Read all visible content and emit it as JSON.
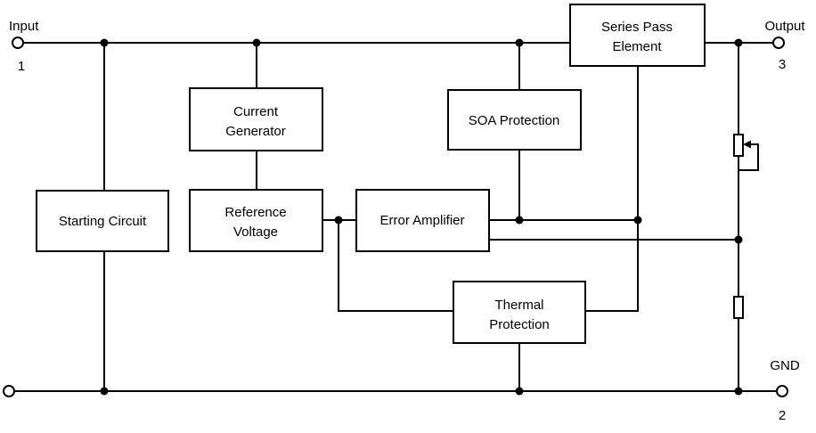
{
  "blocks": {
    "series_pass": {
      "line1": "Series Pass",
      "line2": "Element"
    },
    "current_generator": {
      "line1": "Current",
      "line2": "Generator"
    },
    "soa_protection": {
      "label": "SOA Protection"
    },
    "starting_circuit": {
      "label": "Starting Circuit"
    },
    "reference_voltage": {
      "line1": "Reference",
      "line2": "Voltage"
    },
    "error_amplifier": {
      "label": "Error Amplifier"
    },
    "thermal_protection": {
      "line1": "Thermal",
      "line2": "Protection"
    }
  },
  "terminals": {
    "input": {
      "label": "Input",
      "pin": "1"
    },
    "output": {
      "label": "Output",
      "pin": "3"
    },
    "gnd": {
      "label": "GND",
      "pin": "2"
    }
  },
  "colors": {
    "line": "#000000",
    "background": "#ffffff"
  }
}
